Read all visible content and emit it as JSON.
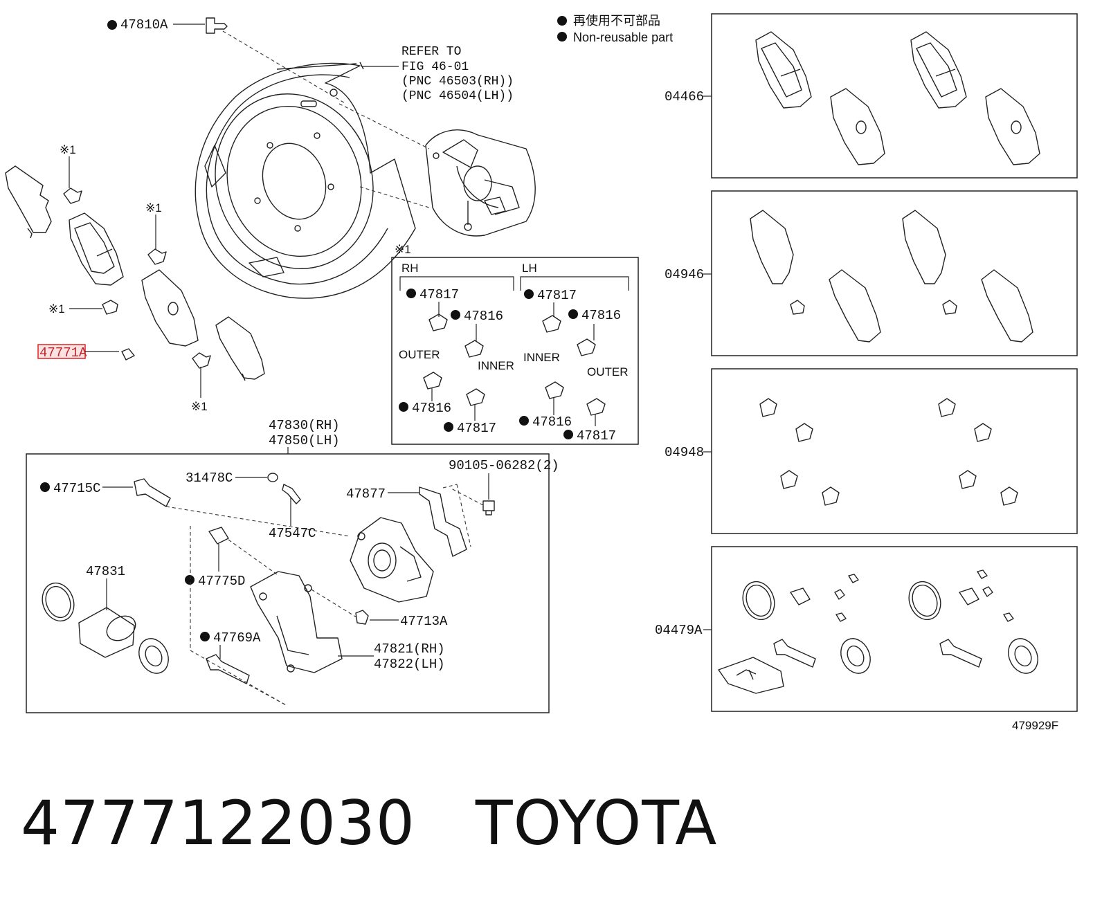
{
  "legend": {
    "jp": "再使用不可部品",
    "en": "Non-reusable part"
  },
  "labels": {
    "p47810A": "47810A",
    "refer": [
      "REFER TO",
      "FIG 46-01",
      "(PNC 46503(RH))",
      "(PNC 46504(LH))"
    ],
    "note_mark": "※1",
    "p47771A": "47771A",
    "p47830": "47830(RH)",
    "p47850": "47850(LH)",
    "p90105": "90105-06282(2)",
    "p47715C": "47715C",
    "p31478C": "31478C",
    "p47877": "47877",
    "p47547C": "47547C",
    "p47831": "47831",
    "p47775D": "47775D",
    "p47713A": "47713A",
    "p47769A": "47769A",
    "p47821": "47821(RH)",
    "p47822": "47822(LH)"
  },
  "clip_box": {
    "rh": "RH",
    "lh": "LH",
    "p47817": "47817",
    "p47816": "47816",
    "outer": "OUTER",
    "inner": "INNER"
  },
  "kits": [
    "04466",
    "04946",
    "04948",
    "04479A"
  ],
  "figure_code": "479929F",
  "footer": {
    "part_number": "4777122030",
    "brand": "TOYOTA"
  },
  "colors": {
    "highlight": "#e0312f",
    "highlight_fill": "#fbe3e3",
    "line": "#222222"
  }
}
